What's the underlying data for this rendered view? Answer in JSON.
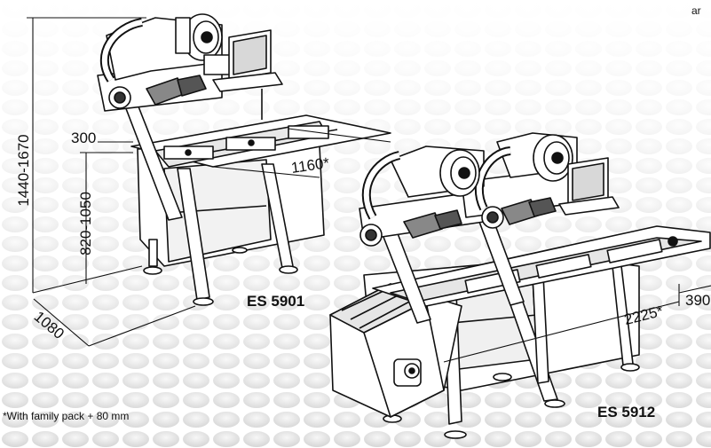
{
  "corner_text": "ar",
  "dimensions": {
    "total_height": "1440-1670",
    "table_height": "820-1050",
    "depth_offset": "300",
    "length_5901": "1160*",
    "depth": "1080",
    "length_5912": "2225*",
    "side_offset": "390"
  },
  "models": {
    "left": "ES 5901",
    "right": "ES 5912"
  },
  "footnote": "*With family pack + 80 mm",
  "colors": {
    "line": "#111111",
    "background_pattern": "#e4e4e4",
    "machine_fill": "#ffffff",
    "shade": "#bdbdbd"
  }
}
